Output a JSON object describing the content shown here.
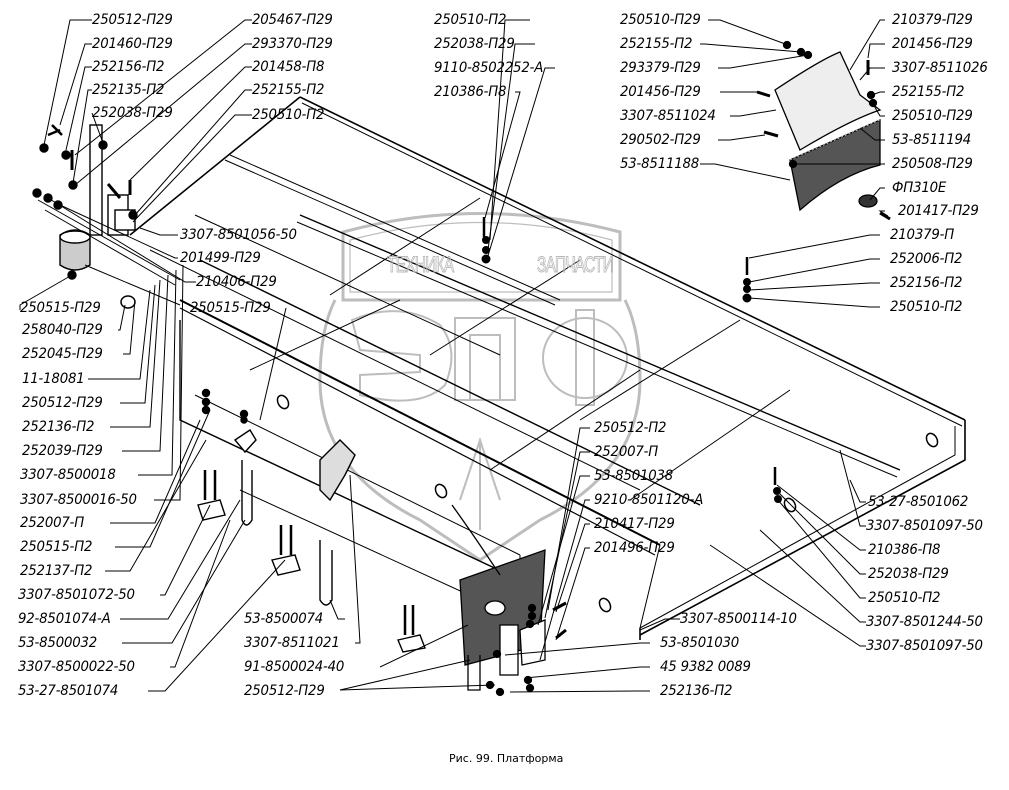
{
  "figure": {
    "caption": "Рис. 99. Платформа",
    "watermark": {
      "top_left": "ТЕХНИКА",
      "top_right": "ЗАПЧАСТИ",
      "logo": "ЭПФ",
      "color": "#b8b8b8"
    }
  },
  "labels": [
    {
      "id": "l01",
      "text": "250512-П29"
    },
    {
      "id": "l02",
      "text": "201460-П29"
    },
    {
      "id": "l03",
      "text": "252156-П2"
    },
    {
      "id": "l04",
      "text": "252135-П2"
    },
    {
      "id": "l05",
      "text": "252038-П29"
    },
    {
      "id": "l06",
      "text": "205467-П29"
    },
    {
      "id": "l07",
      "text": "293370-П29"
    },
    {
      "id": "l08",
      "text": "201458-П8"
    },
    {
      "id": "l09",
      "text": "252155-П2"
    },
    {
      "id": "l10",
      "text": "250510-П2"
    },
    {
      "id": "l11",
      "text": "3307-8501056-50"
    },
    {
      "id": "l12",
      "text": "201499-П29"
    },
    {
      "id": "l13",
      "text": "210406-П29"
    },
    {
      "id": "l14",
      "text": "250515-П29"
    },
    {
      "id": "l15",
      "text": "250515-П29"
    },
    {
      "id": "l16",
      "text": "258040-П29"
    },
    {
      "id": "l17",
      "text": "252045-П29"
    },
    {
      "id": "l18",
      "text": "11-18081"
    },
    {
      "id": "l19",
      "text": "250512-П29"
    },
    {
      "id": "l20",
      "text": "252136-П2"
    },
    {
      "id": "l21",
      "text": "252039-П29"
    },
    {
      "id": "l22",
      "text": "3307-8500018"
    },
    {
      "id": "l23",
      "text": "3307-8500016-50"
    },
    {
      "id": "l24",
      "text": "252007-П"
    },
    {
      "id": "l25",
      "text": "250515-П2"
    },
    {
      "id": "l26",
      "text": "252137-П2"
    },
    {
      "id": "l27",
      "text": "3307-8501072-50"
    },
    {
      "id": "l28",
      "text": "92-8501074-А"
    },
    {
      "id": "l29",
      "text": "53-8500032"
    },
    {
      "id": "l30",
      "text": "3307-8500022-50"
    },
    {
      "id": "l31",
      "text": "53-27-8501074"
    },
    {
      "id": "l32",
      "text": "53-8500074"
    },
    {
      "id": "l33",
      "text": "3307-8511021"
    },
    {
      "id": "l34",
      "text": "91-8500024-40"
    },
    {
      "id": "l35",
      "text": "250512-П29"
    },
    {
      "id": "l36",
      "text": "250510-П2"
    },
    {
      "id": "l37",
      "text": "252038-П29"
    },
    {
      "id": "l38",
      "text": "9110-8502252-А"
    },
    {
      "id": "l39",
      "text": "210386-П8"
    },
    {
      "id": "l40",
      "text": "250510-П29"
    },
    {
      "id": "l41",
      "text": "252155-П2"
    },
    {
      "id": "l42",
      "text": "293379-П29"
    },
    {
      "id": "l43",
      "text": "201456-П29"
    },
    {
      "id": "l44",
      "text": "3307-8511024"
    },
    {
      "id": "l45",
      "text": "290502-П29"
    },
    {
      "id": "l46",
      "text": "53-8511188"
    },
    {
      "id": "l47",
      "text": "210379-П29"
    },
    {
      "id": "l48",
      "text": "201456-П29"
    },
    {
      "id": "l49",
      "text": "3307-8511026"
    },
    {
      "id": "l50",
      "text": "252155-П2"
    },
    {
      "id": "l51",
      "text": "250510-П29"
    },
    {
      "id": "l52",
      "text": "53-8511194"
    },
    {
      "id": "l53",
      "text": "250508-П29"
    },
    {
      "id": "l54",
      "text": "ФП310Е"
    },
    {
      "id": "l55",
      "text": "201417-П29"
    },
    {
      "id": "l56",
      "text": "210379-П"
    },
    {
      "id": "l57",
      "text": "252006-П2"
    },
    {
      "id": "l58",
      "text": "252156-П2"
    },
    {
      "id": "l59",
      "text": "250510-П2"
    },
    {
      "id": "l60",
      "text": "250512-П2"
    },
    {
      "id": "l61",
      "text": "252007-П"
    },
    {
      "id": "l62",
      "text": "53-8501038"
    },
    {
      "id": "l63",
      "text": "9210-8501120-А"
    },
    {
      "id": "l64",
      "text": "210417-П29"
    },
    {
      "id": "l65",
      "text": "201496-П29"
    },
    {
      "id": "l66",
      "text": "53-27-8501062"
    },
    {
      "id": "l67",
      "text": "3307-8501097-50"
    },
    {
      "id": "l68",
      "text": "210386-П8"
    },
    {
      "id": "l69",
      "text": "252038-П29"
    },
    {
      "id": "l70",
      "text": "250510-П2"
    },
    {
      "id": "l71",
      "text": "3307-8501244-50"
    },
    {
      "id": "l72",
      "text": "3307-8501097-50"
    },
    {
      "id": "l73",
      "text": "3307-8500114-10"
    },
    {
      "id": "l74",
      "text": "53-8501030"
    },
    {
      "id": "l75",
      "text": "45 9382 0089"
    },
    {
      "id": "l76",
      "text": "252136-П2"
    }
  ]
}
